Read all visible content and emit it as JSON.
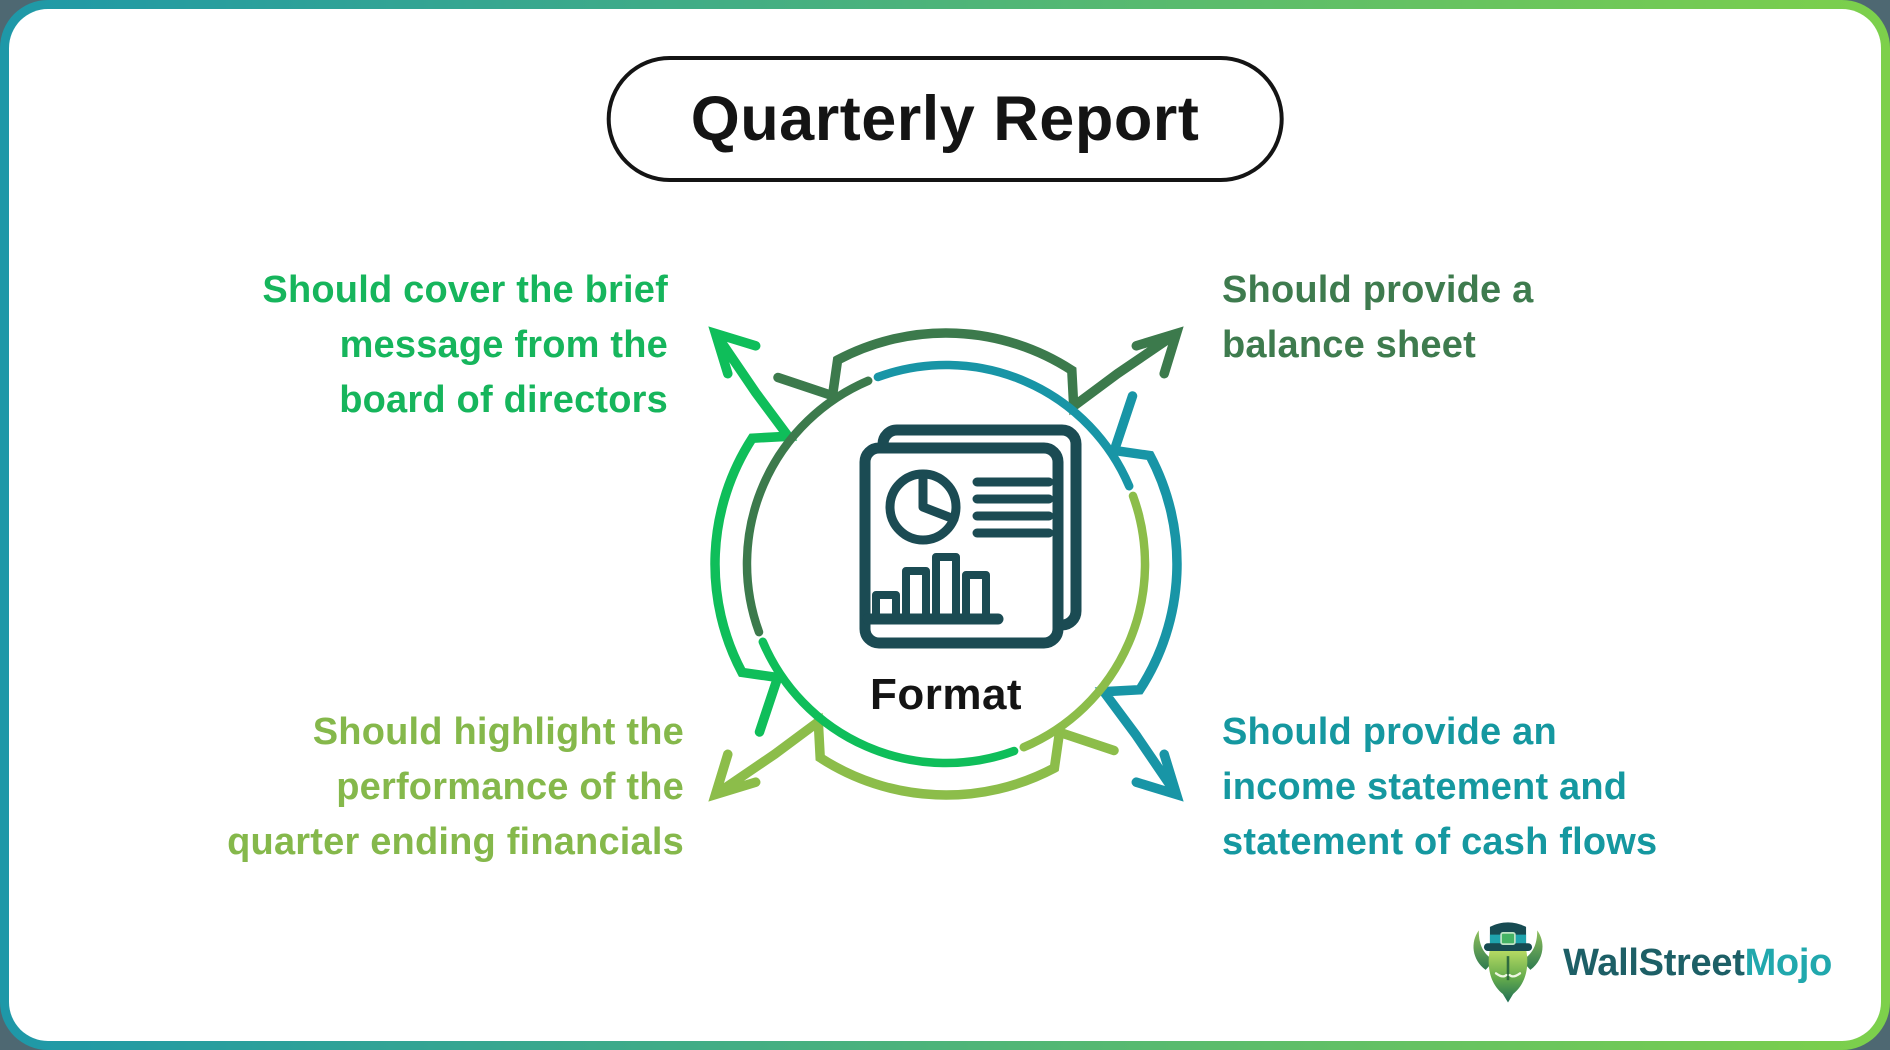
{
  "palette": {
    "bg": "#4e6872",
    "card": "#ffffff",
    "ink": "#141414",
    "border_left": "#1e98a8",
    "border_right": "#7dd04b"
  },
  "title": "Quarterly Report",
  "diagram": {
    "center_label": "Format",
    "center_icon": "report-document-icon",
    "icon_color": "#1b4b53",
    "segments": [
      {
        "position": "left",
        "arrow_direction": "up-left",
        "outer_color": "#0fbe5a",
        "inner_color": "#3c7a4c"
      },
      {
        "position": "top",
        "arrow_direction": "up-right",
        "outer_color": "#3c7a4c",
        "inner_color": "#1895a6"
      },
      {
        "position": "right",
        "arrow_direction": "down-right",
        "outer_color": "#1895a6",
        "inner_color": "#8cbd4a"
      },
      {
        "position": "bottom",
        "arrow_direction": "down-left",
        "outer_color": "#8cbd4a",
        "inner_color": "#0fbe5a"
      }
    ]
  },
  "callouts": {
    "top_left": {
      "text": "Should cover the brief\nmessage from the\nboard of directors",
      "color": "#16b55c"
    },
    "top_right": {
      "text": "Should provide a\nbalance sheet",
      "color": "#3e7b4e"
    },
    "bottom_left": {
      "text": "Should highlight the\nperformance of the\nquarter ending financials",
      "color": "#85b84b"
    },
    "bottom_right": {
      "text": "Should provide an\nincome statement and\nstatement of cash flows",
      "color": "#1598a0"
    }
  },
  "logo": {
    "wall_street": "WallStreet",
    "mojo": "Mojo",
    "wall_street_color": "#1d5f66",
    "mojo_color": "#21a8ad"
  }
}
